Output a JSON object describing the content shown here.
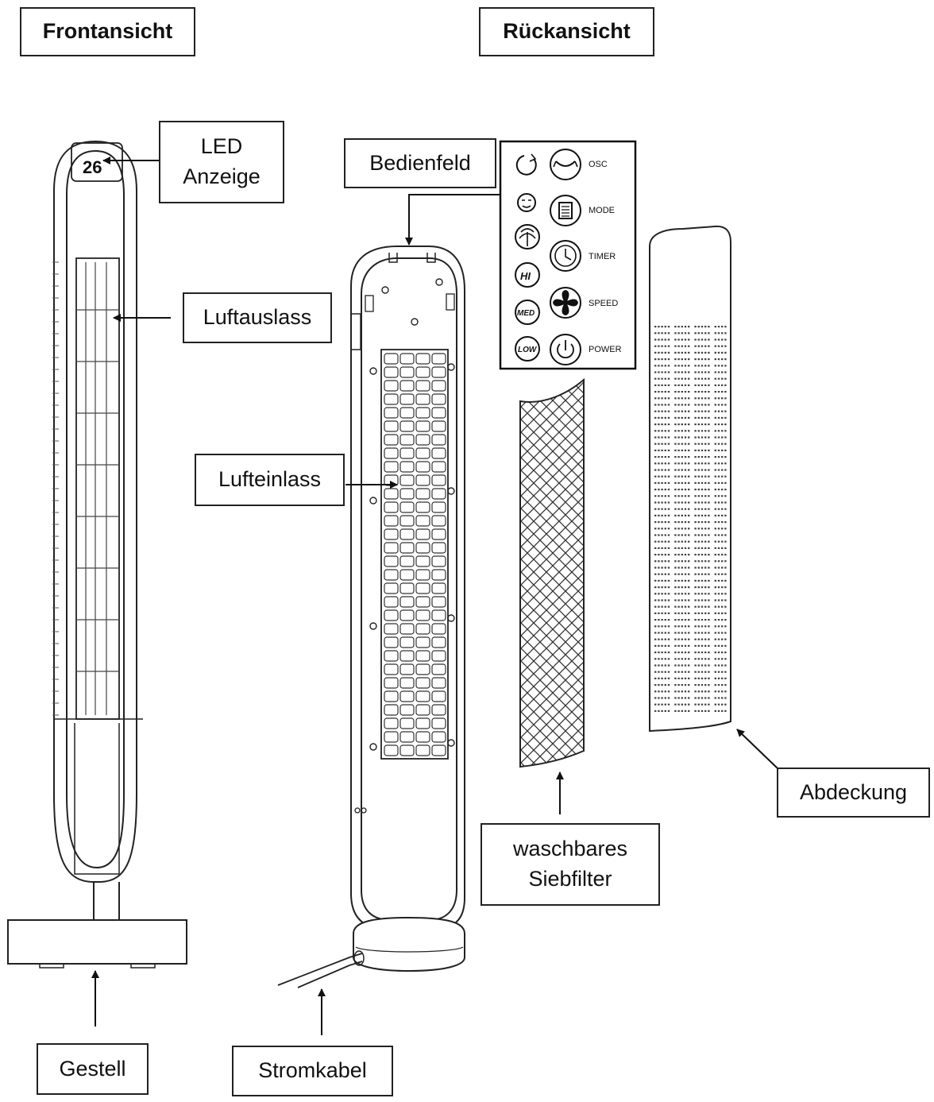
{
  "headers": {
    "front": "Frontansicht",
    "back": "Rückansicht"
  },
  "labels": {
    "led_line1": "LED",
    "led_line2": "Anzeige",
    "outlet": "Luftauslass",
    "inlet": "Lufteinlass",
    "panel": "Bedienfeld",
    "filter_line1": "waschbares",
    "filter_line2": "Siebfilter",
    "cover": "Abdeckung",
    "base": "Gestell",
    "cable": "Stromkabel"
  },
  "display_value": "26",
  "control_panel": {
    "left_icons": [
      "oscillation-icon",
      "sleep-mode-icon",
      "natural-wind-icon",
      "hi-speed-icon",
      "med-speed-icon",
      "low-speed-icon"
    ],
    "left_text": [
      "HI",
      "MED",
      "LOW"
    ],
    "buttons": [
      {
        "label": "OSC",
        "icon": "osc-icon"
      },
      {
        "label": "MODE",
        "icon": "mode-icon"
      },
      {
        "label": "TIMER",
        "icon": "timer-icon"
      },
      {
        "label": "SPEED",
        "icon": "speed-fan-icon"
      },
      {
        "label": "POWER",
        "icon": "power-icon"
      }
    ]
  },
  "colors": {
    "line": "#222222",
    "background": "#ffffff"
  }
}
